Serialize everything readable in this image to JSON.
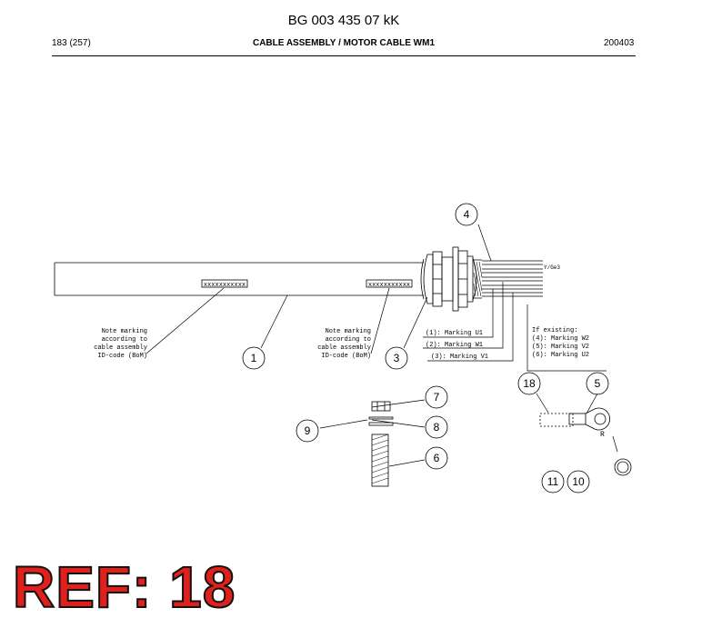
{
  "header": {
    "doc_number": "BG 003 435 07 kK",
    "page_count": "183 (257)",
    "section_title": "CABLE ASSEMBLY / MOTOR CABLE WM1",
    "date": "200403"
  },
  "diagram": {
    "cable_id_label": "xxxxxxxxxxx",
    "ground_label": "Y/Ge3",
    "note_left": [
      "Note marking",
      "according to",
      "cable assembly",
      "ID-code (BoM)"
    ],
    "note_right": [
      "Note marking",
      "according to",
      "cable assembly",
      "ID-code (BoM)"
    ],
    "markings": [
      "(1): Marking U1",
      "(2): Marking W1",
      "(3): Marking V1"
    ],
    "if_existing": [
      "If existing:",
      "(4): Marking W2",
      "(5): Marking V2",
      "(6): Marking U2"
    ],
    "lug_label": "R",
    "callouts": {
      "c1": "1",
      "c3": "3",
      "c4": "4",
      "c5": "5",
      "c6": "6",
      "c7": "7",
      "c8": "8",
      "c9": "9",
      "c10": "10",
      "c11": "11",
      "c18": "18"
    }
  },
  "reference": "REF: 18"
}
